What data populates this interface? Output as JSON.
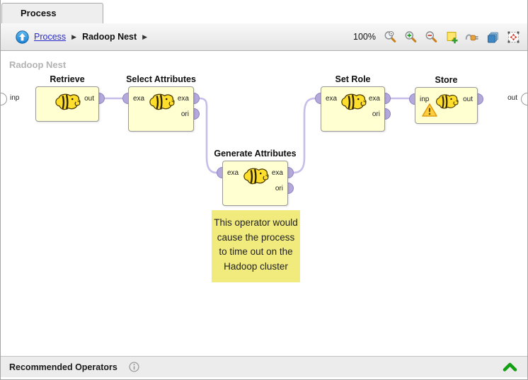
{
  "tab": {
    "label": "Process"
  },
  "breadcrumb": {
    "separator": "▶",
    "items": [
      {
        "label": "Process"
      },
      {
        "label": "Radoop Nest"
      }
    ]
  },
  "toolbar": {
    "zoom_level": "100%",
    "icons": [
      "zoom-reset-icon",
      "zoom-in-icon",
      "zoom-out-icon",
      "add-note-icon",
      "auto-wire-icon",
      "layers-icon",
      "fit-view-icon"
    ]
  },
  "canvas": {
    "nest_label": "Radoop Nest",
    "edge_ports": {
      "left": "inp",
      "right": "out"
    },
    "operators": [
      {
        "name": "Retrieve",
        "outputs": [
          "out"
        ]
      },
      {
        "name": "Select Attributes",
        "inputs": [
          "exa"
        ],
        "outputs": [
          "exa",
          "ori"
        ]
      },
      {
        "name": "Generate Attributes",
        "inputs": [
          "exa"
        ],
        "outputs": [
          "exa",
          "ori"
        ]
      },
      {
        "name": "Set Role",
        "inputs": [
          "exa"
        ],
        "outputs": [
          "exa",
          "ori"
        ]
      },
      {
        "name": "Store",
        "inputs": [
          "inp"
        ],
        "outputs": [
          "out"
        ],
        "warning": "true"
      }
    ],
    "note": {
      "text": "This operator would cause the process to time out on the Hadoop cluster"
    }
  },
  "bottom_bar": {
    "title": "Recommended Operators"
  },
  "colors": {
    "wire": "#c7bde9",
    "port_fill": "#b4a8dc",
    "operator_fill": "#ffffd2",
    "note_fill": "#f1eb7d",
    "link": "#2b2bc8",
    "chevron_green": "#14a014"
  }
}
